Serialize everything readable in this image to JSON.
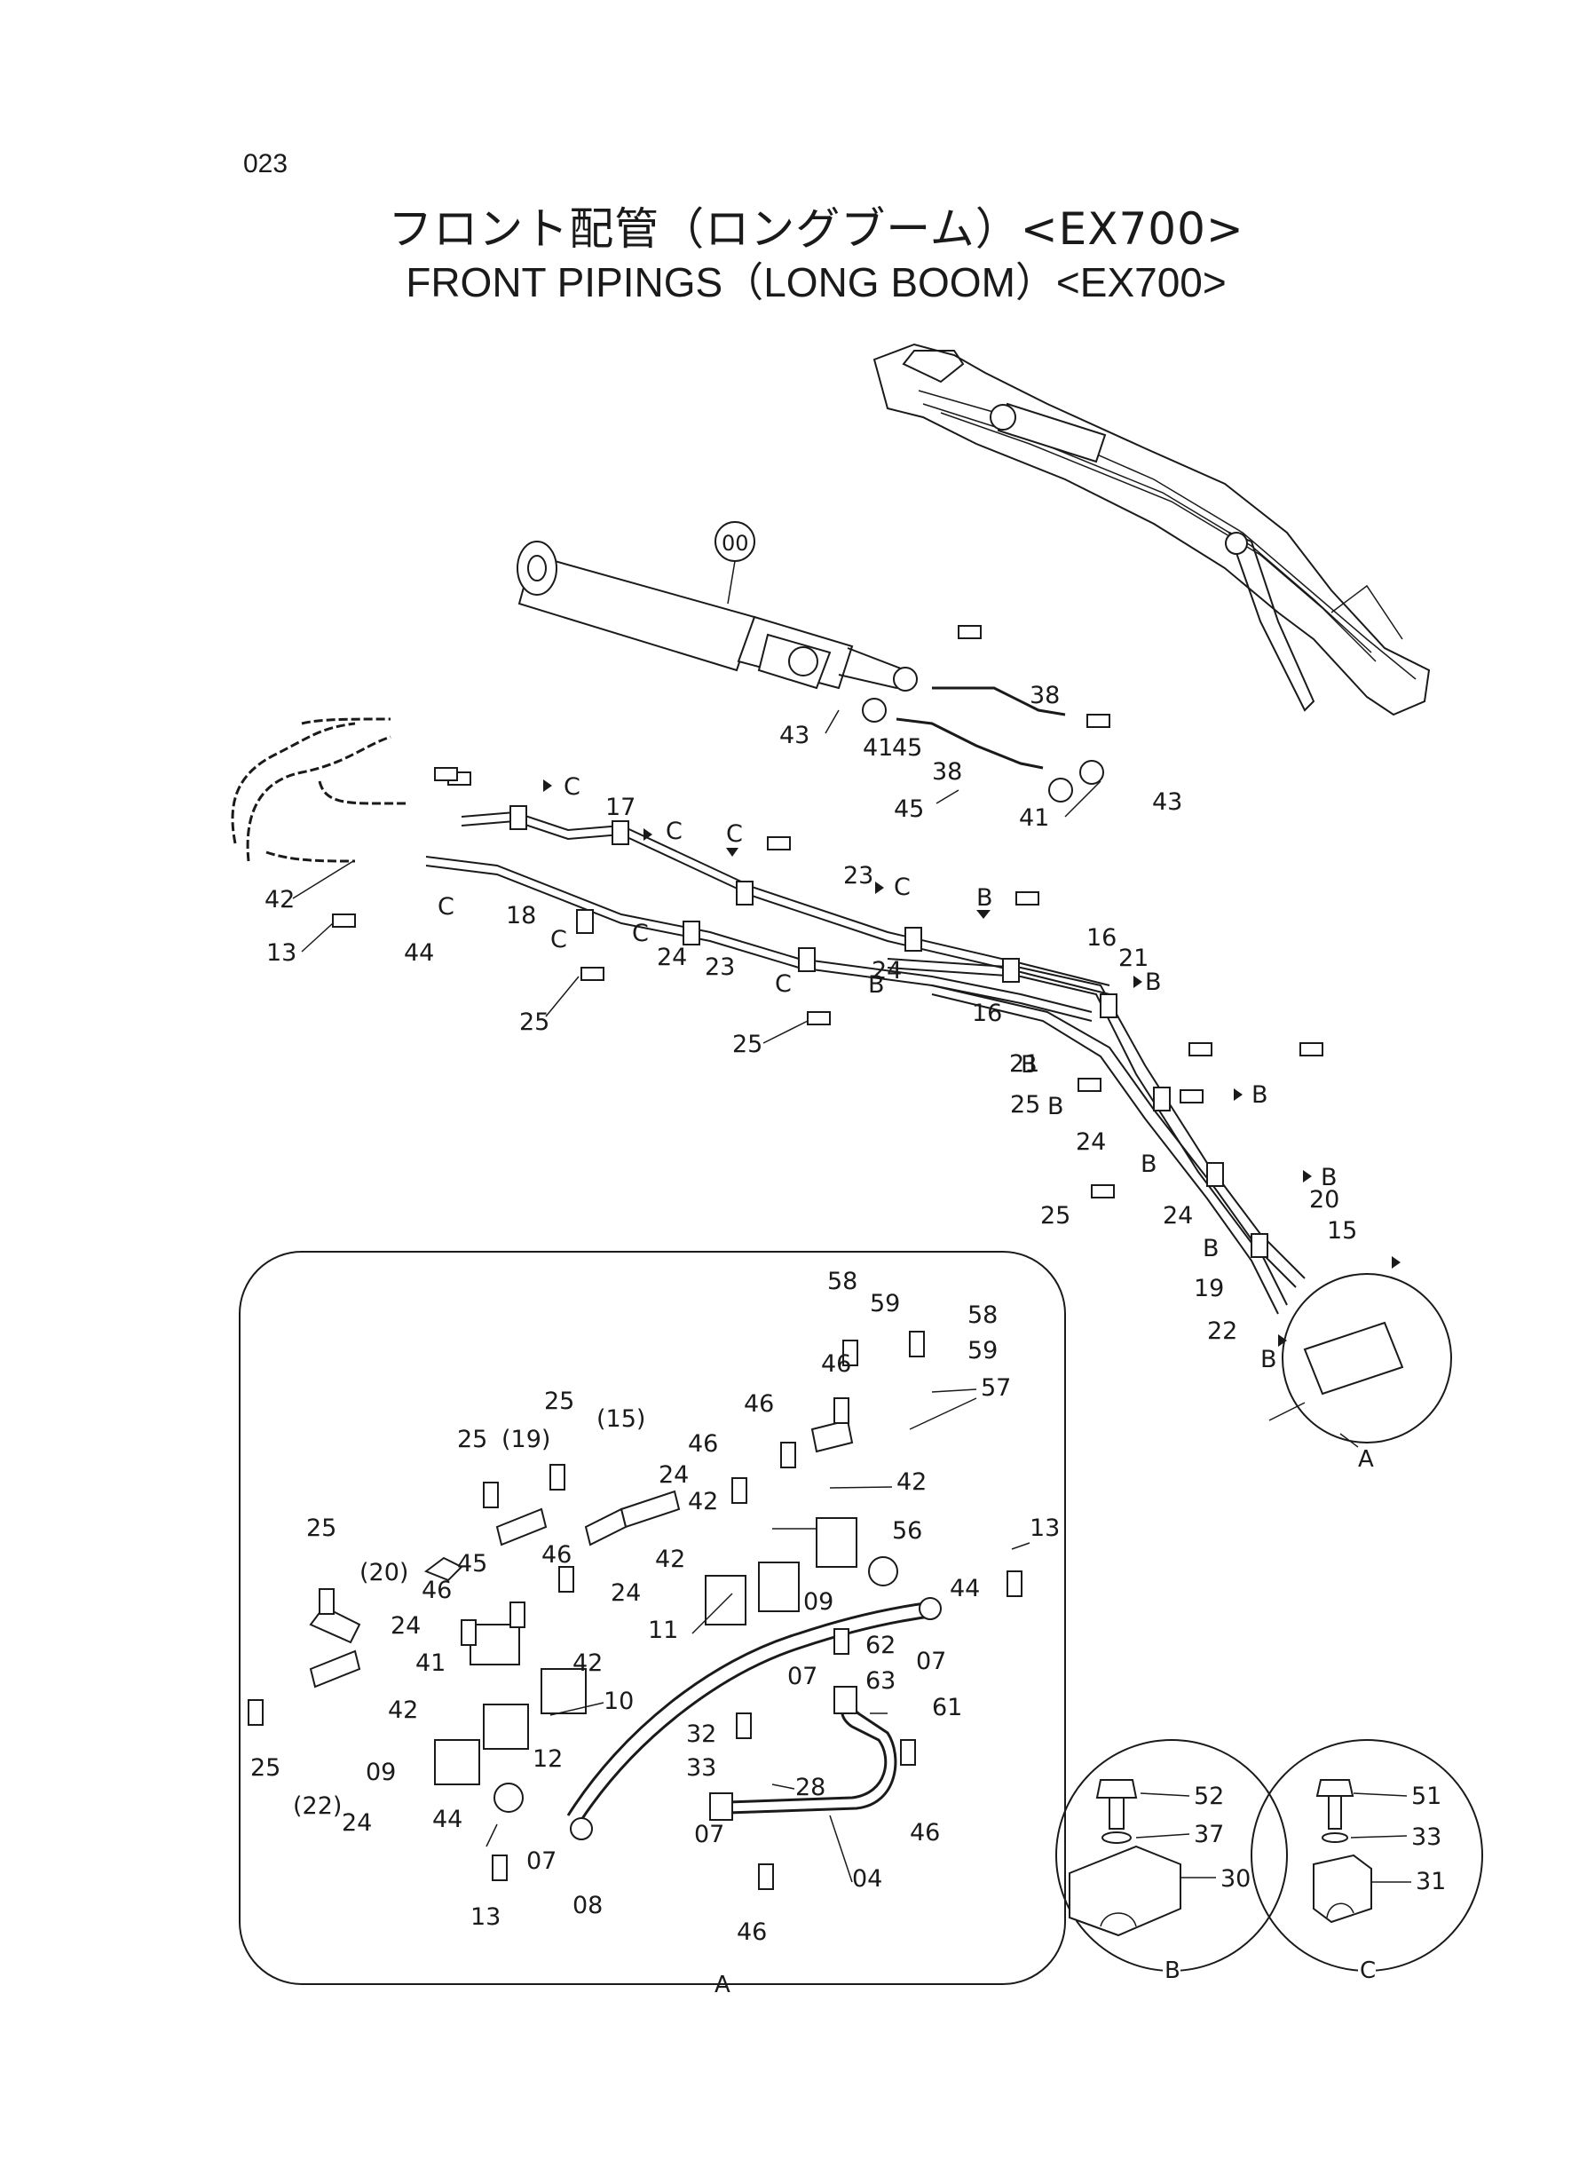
{
  "page_number": "023",
  "title_japanese": "フロント配管（ロングブーム）<EX700>",
  "title_english": "FRONT PIPINGS（LONG BOOM）<EX700>",
  "callout_symbol": "00",
  "main_labels": [
    "17",
    "18",
    "42",
    "13",
    "44",
    "C",
    "C",
    "C",
    "C",
    "C",
    "C",
    "C",
    "C",
    "23",
    "23",
    "24",
    "24",
    "25",
    "25",
    "43",
    "41",
    "45",
    "38",
    "38",
    "45",
    "41",
    "43",
    "16",
    "16",
    "21",
    "21",
    "B",
    "B",
    "B",
    "B",
    "B",
    "B",
    "B",
    "B",
    "B",
    "B",
    "25",
    "24",
    "24",
    "25",
    "20",
    "15",
    "19",
    "22"
  ],
  "detail_a_labels": [
    "58",
    "59",
    "58",
    "59",
    "46",
    "57",
    "46",
    "46",
    "25",
    "25",
    "(19)",
    "(15)",
    "24",
    "42",
    "42",
    "42",
    "56",
    "13",
    "44",
    "11",
    "09",
    "24",
    "25",
    "(20)",
    "46",
    "45",
    "46",
    "24",
    "41",
    "42",
    "10",
    "42",
    "62",
    "63",
    "07",
    "07",
    "61",
    "32",
    "33",
    "28",
    "46",
    "25",
    "(22)",
    "09",
    "24",
    "12",
    "44",
    "07",
    "07",
    "08",
    "04",
    "13",
    "46"
  ],
  "detail_b_labels": [
    "52",
    "37",
    "30"
  ],
  "detail_c_labels": [
    "51",
    "33",
    "31"
  ],
  "view_labels": {
    "a": "A",
    "b": "B",
    "c": "C",
    "a_inset": "A"
  }
}
